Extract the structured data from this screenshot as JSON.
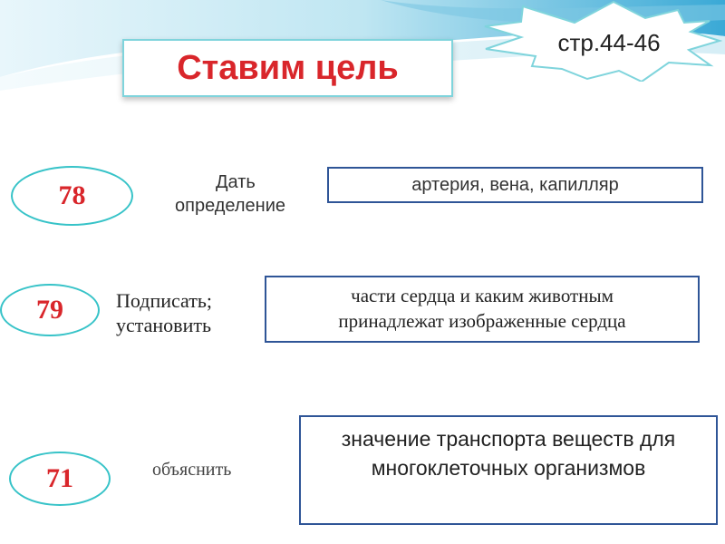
{
  "page_ref": "стр.44-46",
  "title": "Ставим цель",
  "tasks": [
    {
      "number": "78",
      "verb_line1": "Дать",
      "verb_line2": "определение",
      "content_line1": "артерия, вена, капилляр"
    },
    {
      "number": "79",
      "verb_line1": "Подписать;",
      "verb_line2": "установить",
      "content_line1": "части сердца и каким животным",
      "content_line2": "принадлежат изображенные сердца"
    },
    {
      "number": "71",
      "verb_line1": "объяснить",
      "content_line1": "значение транспорта веществ для",
      "content_line2": "многоклеточных организмов"
    }
  ],
  "colors": {
    "number_red": "#d9262b",
    "oval_border": "#37c3c8",
    "box_border": "#2f5597",
    "wave_blue": "#4fb6d9"
  }
}
